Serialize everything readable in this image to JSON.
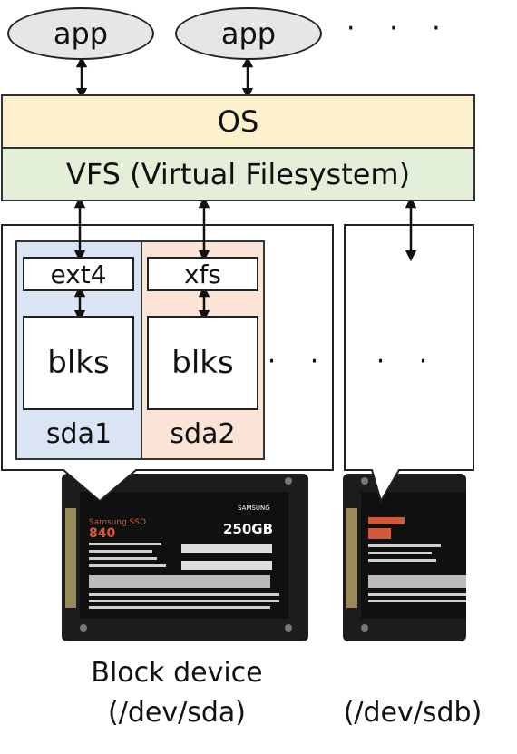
{
  "apps": [
    "app",
    "app"
  ],
  "app_ellipsis": "· · ·",
  "os_label": "OS",
  "vfs_label": "VFS (Virtual Filesystem)",
  "sda": {
    "partitions": [
      {
        "fs": "ext4",
        "blocks": "blks",
        "name": "sda1"
      },
      {
        "fs": "xfs",
        "blocks": "blks",
        "name": "sda2"
      }
    ],
    "ellipsis": "· ·"
  },
  "sdb": {
    "ellipsis": "· ·"
  },
  "ssd": {
    "brand": "SAMSUNG",
    "series": "Samsung SSD",
    "model": "840",
    "capacity": "250GB"
  },
  "captions": {
    "device_title": "Block device",
    "sda_path": "(/dev/sda)",
    "sdb_path": "(/dev/sdb)"
  },
  "colors": {
    "os": "#fdf0cc",
    "vfs": "#e4efd9",
    "sda1": "#dbe4f3",
    "sda2": "#fbe4d6",
    "app": "#e6e6e6"
  }
}
